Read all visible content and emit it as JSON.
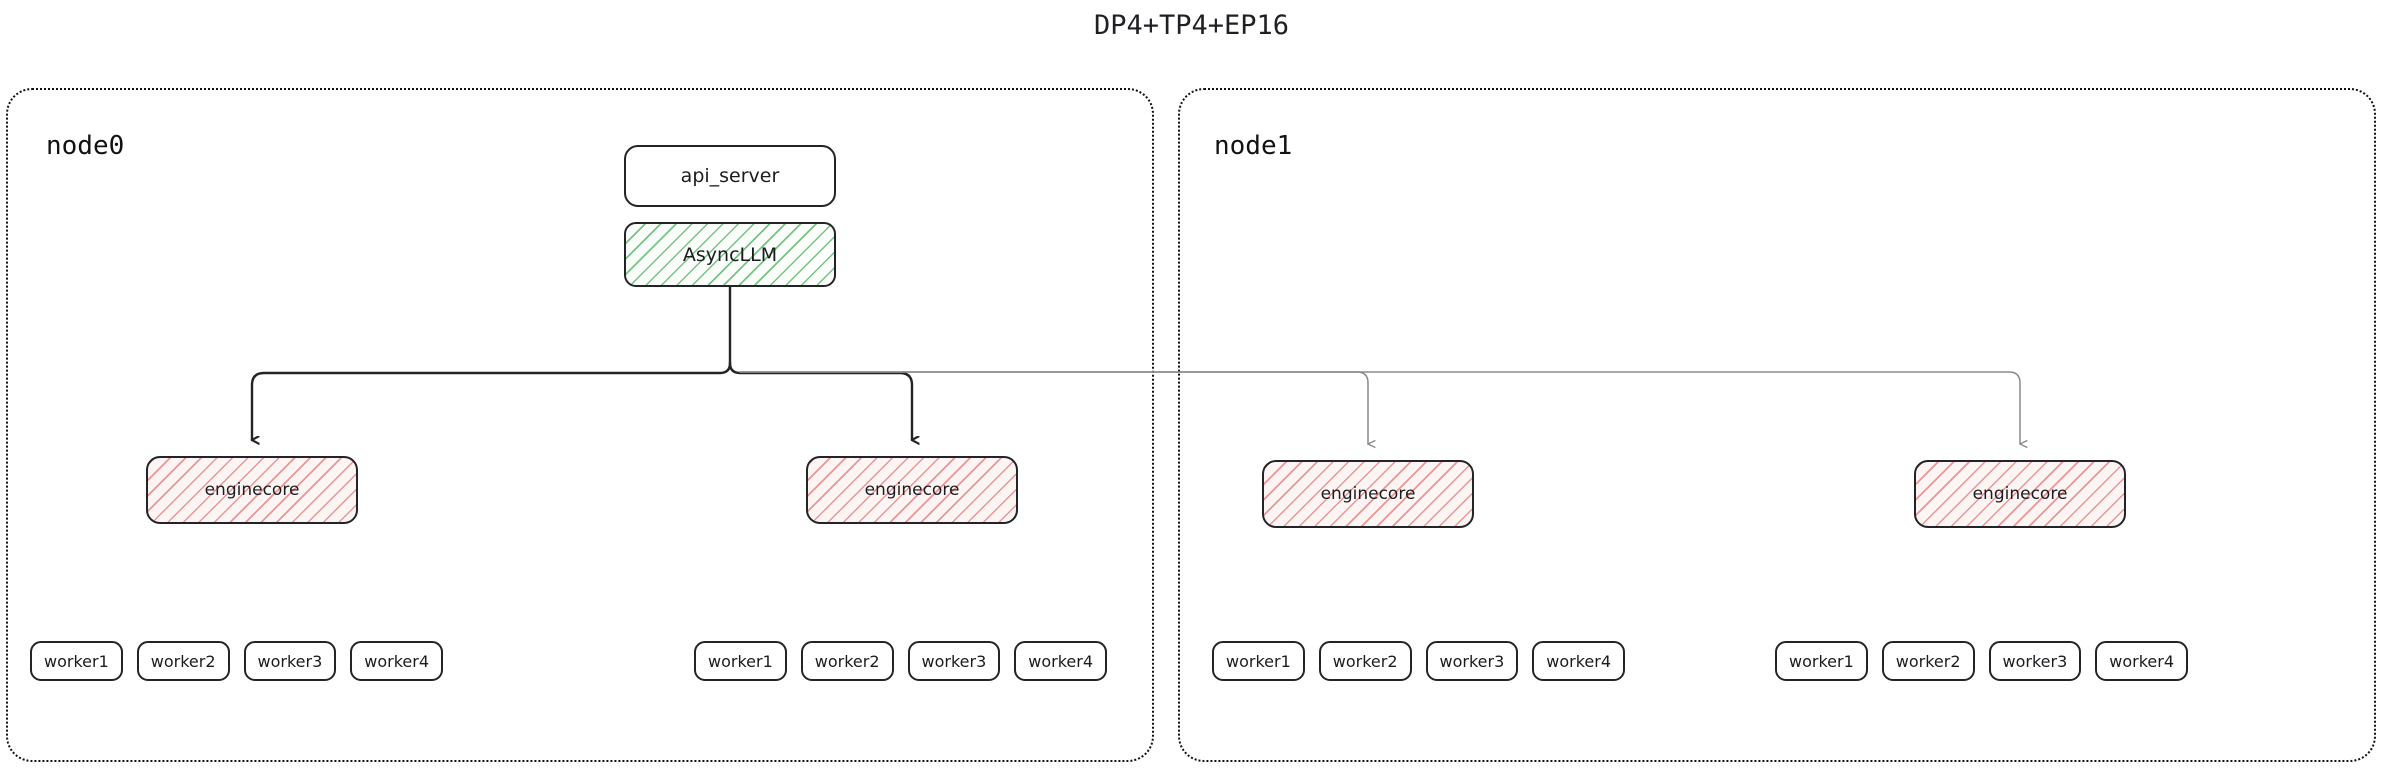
{
  "title": "DP4+TP4+EP16",
  "colors": {
    "ink": "#1b1c1f",
    "container_border": "#111214",
    "asyncllm_hatch": "#6dc27c",
    "enginecore_hatch": "#e98c8c",
    "arrow_primary": "#232427",
    "arrow_secondary": "#8a8a8a"
  },
  "nodes": [
    {
      "id": "node0",
      "label": "node0",
      "api_server": {
        "label": "api_server"
      },
      "asyncllm": {
        "label": "AsyncLLM"
      },
      "enginecores": [
        {
          "label": "enginecore"
        },
        {
          "label": "enginecore"
        }
      ],
      "worker_groups": [
        {
          "workers": [
            "worker1",
            "worker2",
            "worker3",
            "worker4"
          ]
        },
        {
          "workers": [
            "worker1",
            "worker2",
            "worker3",
            "worker4"
          ]
        }
      ]
    },
    {
      "id": "node1",
      "label": "node1",
      "enginecores": [
        {
          "label": "enginecore"
        },
        {
          "label": "enginecore"
        }
      ],
      "worker_groups": [
        {
          "workers": [
            "worker1",
            "worker2",
            "worker3",
            "worker4"
          ]
        },
        {
          "workers": [
            "worker1",
            "worker2",
            "worker3",
            "worker4"
          ]
        }
      ]
    }
  ]
}
